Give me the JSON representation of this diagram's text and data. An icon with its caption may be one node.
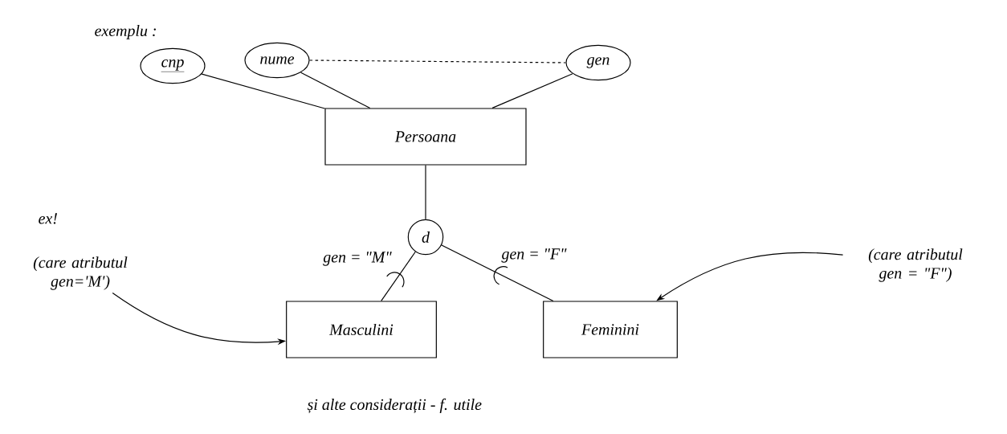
{
  "diagram": {
    "nodes": [
      {
        "text": [
          "cnp"
        ]
      },
      {
        "text": [
          "nume"
        ]
      },
      {
        "text": [
          "gen"
        ]
      },
      {
        "text": [
          "Persoana"
        ]
      },
      {
        "text": [
          "d"
        ]
      },
      {
        "text": [
          "Masculini"
        ]
      },
      {
        "text": [
          "Feminini"
        ]
      },
      {
        "text": [
          "(care atributul gen='M')"
        ]
      },
      {
        "text": [
          "(care atributul gen = \"F\")"
        ]
      }
    ],
    "edges": [
      {
        "from": 0,
        "to": 3,
        "arrow": "none"
      },
      {
        "from": 1,
        "to": 3,
        "arrow": "none"
      },
      {
        "from": 2,
        "to": 3,
        "arrow": "none"
      },
      {
        "from": 1,
        "to": 2,
        "arrow": "none",
        "style": "dashed"
      },
      {
        "from": 3,
        "to": 4,
        "arrow": "none"
      },
      {
        "from": 4,
        "to": 5,
        "arrow": "none",
        "label": "gen = \"M\""
      },
      {
        "from": 4,
        "to": 6,
        "arrow": "none",
        "label": "gen = \"F\""
      },
      {
        "from": 7,
        "to": 5,
        "arrow": "to"
      },
      {
        "from": 8,
        "to": 6,
        "arrow": "to"
      }
    ],
    "labels": [
      "exemplu :",
      "ex!",
      "și alte considerații - f. utile"
    ]
  }
}
